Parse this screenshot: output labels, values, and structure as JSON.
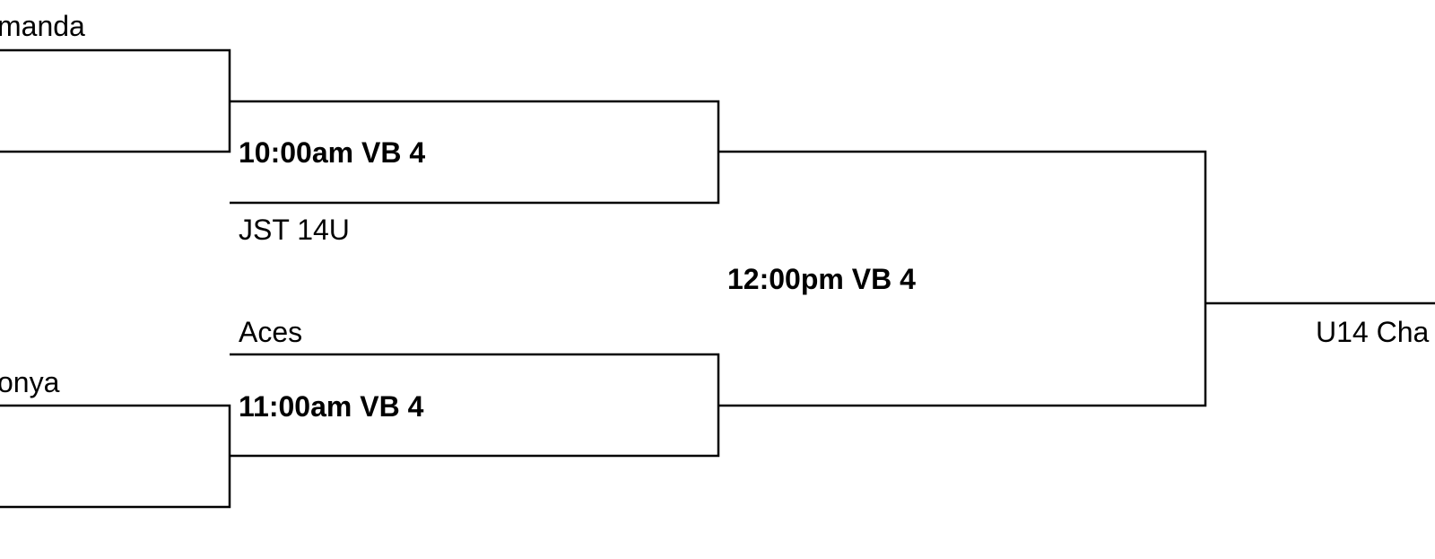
{
  "bracket": {
    "round1": {
      "top_team": "manda",
      "bottom_team": "onya"
    },
    "round2": {
      "match1": {
        "slot": "10:00am VB 4",
        "team": "JST 14U"
      },
      "match2": {
        "slot": "11:00am VB 4",
        "team": "Aces"
      }
    },
    "final": {
      "slot": "12:00pm VB 4",
      "title": "U14 Cha"
    }
  },
  "colors": {
    "line": "#000000",
    "text": "#000000",
    "background": "#ffffff"
  }
}
